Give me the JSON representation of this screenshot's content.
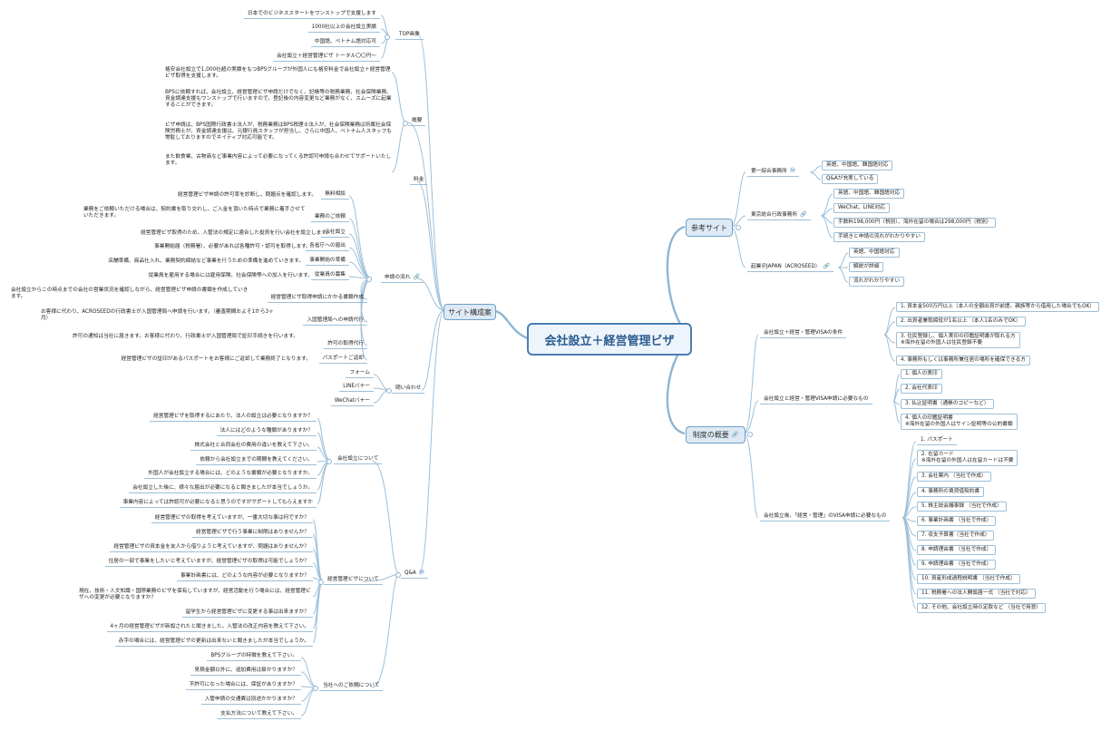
{
  "central": "会社設立＋経営管理ビザ",
  "main_left": "サイト構成案",
  "main_ref": "参考サイト",
  "main_sys": "制度の概要",
  "top": {
    "label": "TOP画像",
    "items": [
      "日本でのビジネススタートをワンストップで支援します",
      "1000社以上の会社設立実績",
      "中国語、ベトナム語対応可",
      "会社設立＋経営管理ビザ トータル〇〇円〜"
    ]
  },
  "overview": {
    "label": "概要",
    "p1": "格安会社設立で1,000社超の実績をもつBPSグループが外国人にも格安料金で会社設立＋経営管理ビザ取得を支援します。",
    "p2": "BPSに依頼すれば、会社設立、経営管理ビザ申請だけでなく、記帳等の税務業務、社会保険業務、資金調達支援もワンストップで行いますので、登記後の内容変更など業務がなく、スムーズに起業することができます。",
    "p3": "ビザ申請は、BPS国際行政書士法人が、税務業務はBPS税理士法人が、社会保険業務は所属社会保険労務士が、資金調達支援は、元銀行員スタッフが担当し、さらに中国人、ベトナム人スタッフも常駐しておりますのでネイティブ対応可能です。",
    "p4": "また飲食業、古物商など事業内容によって必要になってくる許認可申請も合わせてサポートいたします。"
  },
  "fee": "料金",
  "flow": {
    "label": "申請の流れ",
    "items": [
      {
        "head": "無料相談",
        "text": "経営管理ビザ申請の許可率を診断し、問題点を確認します。"
      },
      {
        "head": "業務のご依頼",
        "text": "業務をご依頼いただける場合は、契約書を取り交わし、ご入金を頂いた時点で業務に着手させていただきます。"
      },
      {
        "head": "会社設立",
        "text": "経営管理ビザ取得のため、入管法の規定に適合した投資を行い会社を設立します。"
      },
      {
        "head": "各省庁への届出",
        "text": "事業開始届（税務署）、必要があれば各種許可・認可を取得します。"
      },
      {
        "head": "事業開始の準備",
        "text": "店舗準備、商品仕入れ、業務契約締結など事業を行うための準備を進めていきます。"
      },
      {
        "head": "従業員の募集",
        "text": "従業員を雇用する場合には雇用保険、社会保険等への加入を行います。"
      },
      {
        "head": "経営管理ビザ取得申請にかかる書類作成",
        "text": "会社設立からこの時点までの会社の営業状況を確認しながら、経営管理ビザ申請の書類を作成していきます。"
      },
      {
        "head": "入国管理局への申請代行",
        "text": "お客様に代わり、ACROSEEDの行政書士が入国管理局へ申請を行います。（審査期間およそ1から3ヶ月）"
      },
      {
        "head": "許可の取得代行",
        "text": "許可の通知は当社に届きます。お客様に代わり、行政書士が入国管理局で証印手続きを行います。"
      },
      {
        "head": "パスポートご返却",
        "text": "経営管理ビザの証印があるパスポートをお客様にご返却して業務終了となります。"
      }
    ]
  },
  "contact": {
    "label": "問い合わせ",
    "items": [
      "フォーム",
      "LINEバナー",
      "WeChatバナー"
    ]
  },
  "qa": {
    "label": "Q&A",
    "groups": [
      {
        "head": "会社設立について",
        "items": [
          "経営管理ビザを取得するにあたり、法人の設立は必要となりますか？",
          "法人にはどのような種類がありますか？",
          "株式会社と合同会社の費用の違いを教えて下さい。",
          "依頼から会社設立までの期間を教えてください。",
          "外国人が会社設立する場合には、どのような書類が必要となりますか。",
          "会社設立した後に、様々な届出が必要になると聞きましたが本当でしょうか。",
          "事業内容によっては許認可が必要になると思うのですがサポートしてもらえますか"
        ]
      },
      {
        "head": "経営管理ビザについて",
        "items": [
          "経営管理ビザの取得を考えていますが、一番大切な事は何ですか？",
          "経営管理ビザで行う事業に制限はありませんか？",
          "経営管理ビザの資本金を友人から借りようと考えていますが、問題はありませんか？",
          "住居の一部で事業をしたいと考えていますが、経営管理ビザの取得は可能でしょうか？",
          "事業計画書には、どのような内容が必要となりますか？",
          "現在、技術・人文知識・国際業務のビザを保有していますが、経営活動を行う場合には、経営管理ビザへの変更が必要となりますか？",
          "留学生から経営管理ビザに変更する事は出来ますか？",
          "4ヶ月の経営管理ビザが新設されたと聞きました。入管法の改正内容を教えて下さい。",
          "赤字の場合には、経営管理ビザの更新は出来ないと聞きましたが本当でしょうか。"
        ]
      },
      {
        "head": "当社へのご依頼について",
        "items": [
          "BPSグループの特徴を教えて下さい。",
          "見積金額以外に、追加費用は掛かりますか？",
          "不許可になった場合には、保証がありますか？",
          "入管申請の交通費は別途かかりますか？",
          "支払方法について教えて下さい。"
        ]
      }
    ]
  },
  "ref": {
    "groups": [
      {
        "head": "第一綜合事務所",
        "items": [
          "英語、中国語、韓国語対応",
          "Q&Aが充実している"
        ]
      },
      {
        "head": "東京総合行政事務所",
        "items": [
          "英語、中国語、韓国語対応",
          "WeChat、LINE対応",
          "手数料198,000円（税別）、海外在留の場合は298,000円（税別）",
          "手続きと申請の流れがわかりやすい"
        ]
      },
      {
        "head": "起業＠JAPAN（ACROSEED）",
        "items": [
          "英語、中国語対応",
          "解説が詳細",
          "流れがわかりやすい"
        ]
      }
    ]
  },
  "sys": {
    "groups": [
      {
        "head": "会社設立＋経営・管理VISAの条件",
        "items": [
          "1. 資本金500万円以上（本人の全額出資が前提。親族等から借用した場合でもOK）",
          "2. 出資者兼取締役が1名以上 （本人1名のみでOK）",
          "3. 住民登録し、個人実印の印鑑証明書が取れる方\n※海外在留の外国人は住民登録不要",
          "4. 事務所もしくは事務所兼住居の場所を確保できる方"
        ]
      },
      {
        "head": "会社設立と経営・管理VISA申請に必要なもの",
        "items": [
          "1. 個人の実印",
          "2. 会社代表印",
          "3. 払込証明書（通帳のコピーなど）",
          "4. 個人の印鑑証明書\n※海外在留の外国人はサイン証明等の公的書類"
        ]
      },
      {
        "head": "会社設立後、「経営・管理」のVISA申請に必要なもの",
        "items": [
          "1. パスポート",
          "2. 在留カード\n※海外在留の外国人は在留カードは不要",
          "3. 会社案内 （当社で作成）",
          "4. 事務所の賃貸借契約書",
          "5. 株主総会議事録 （当社で作成）",
          "6. 事業計画書 （当社で作成）",
          "7. 収支予算書（当社で作成）",
          "8. 申請理由書 （当社で作成）",
          "9. 申請理由書 （当社で作成）",
          "10. 資産形成過程説明書 （当社で作成）",
          "11. 税務署への法人開設届一式 （当社で対応）",
          "12. その他、会社設立時の定款など （当社で用意）"
        ]
      }
    ]
  }
}
